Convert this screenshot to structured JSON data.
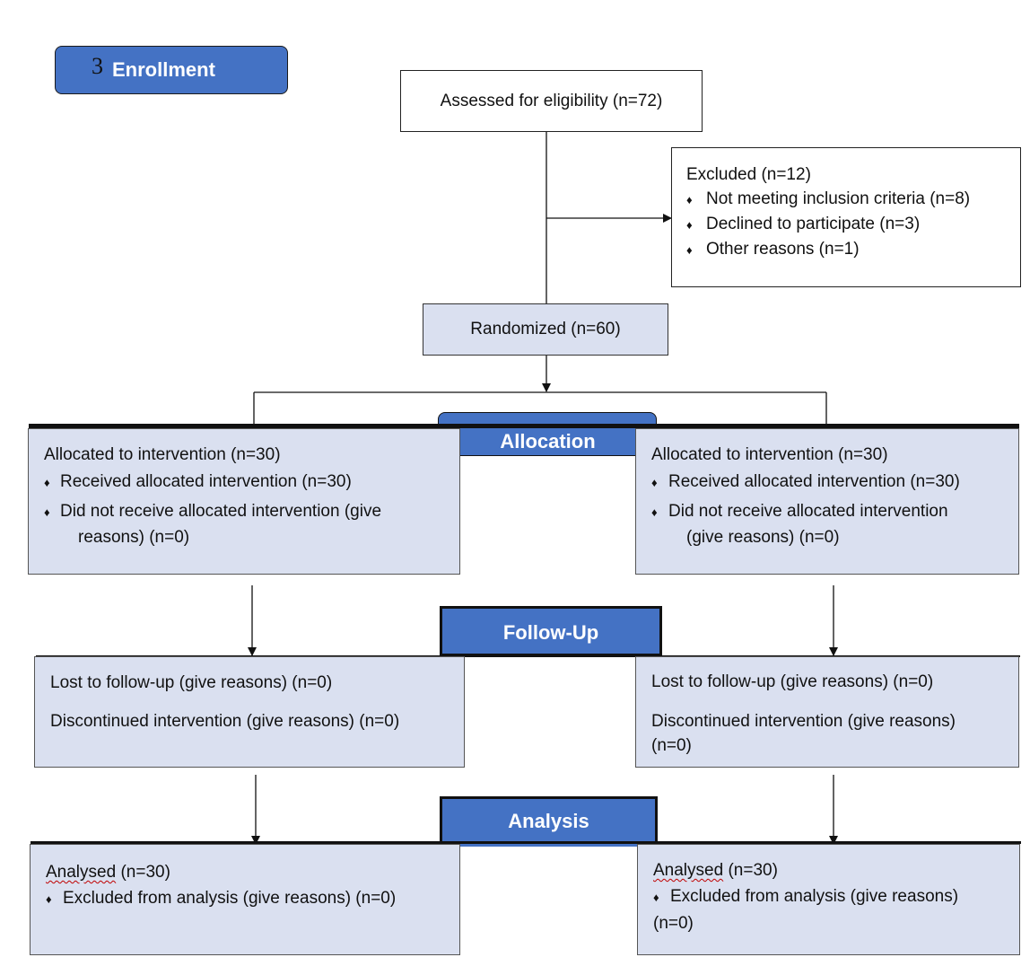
{
  "enrollment": {
    "number": "3",
    "label": "Enrollment"
  },
  "assessed": {
    "text": "Assessed for eligibility (n=72)"
  },
  "excluded": {
    "title": "Excluded (n=12)",
    "bullet_glyph": "♦",
    "items": [
      "Not meeting inclusion criteria (n=8)",
      "Declined to participate (n=3)",
      "Other reasons (n=1)"
    ]
  },
  "randomized": {
    "text": "Randomized (n=60)"
  },
  "allocation": {
    "label": "Allocation",
    "left": {
      "title": "Allocated to intervention (n=30)",
      "item1": "Received allocated intervention (n=30)",
      "item2a": "Did not receive allocated intervention (give",
      "item2b": "reasons) (n=0)"
    },
    "right": {
      "title": "Allocated to intervention (n=30)",
      "item1": "Received allocated intervention (n=30)",
      "item2a": "Did not receive allocated intervention",
      "item2b": "(give reasons) (n=0)"
    }
  },
  "followup": {
    "label": "Follow-Up",
    "left": {
      "line1": "Lost to follow-up (give reasons) (n=0)",
      "line2": "Discontinued intervention (give reasons) (n=0)"
    },
    "right": {
      "line1": "Lost to follow-up (give reasons) (n=0)",
      "line2a": "Discontinued intervention (give reasons)",
      "line2b": "(n=0)"
    }
  },
  "analysis": {
    "label": "Analysis",
    "left": {
      "word": "Analysed",
      "rest": " (n=30)",
      "item": "Excluded from analysis (give reasons) (n=0)"
    },
    "right": {
      "word": "Analysed",
      "rest": " (n=30)",
      "item": "Excluded from analysis (give reasons)",
      "item_b": "(n=0)"
    }
  },
  "colors": {
    "label_blue": "#4472c4",
    "box_fill": "#dae0f0"
  }
}
